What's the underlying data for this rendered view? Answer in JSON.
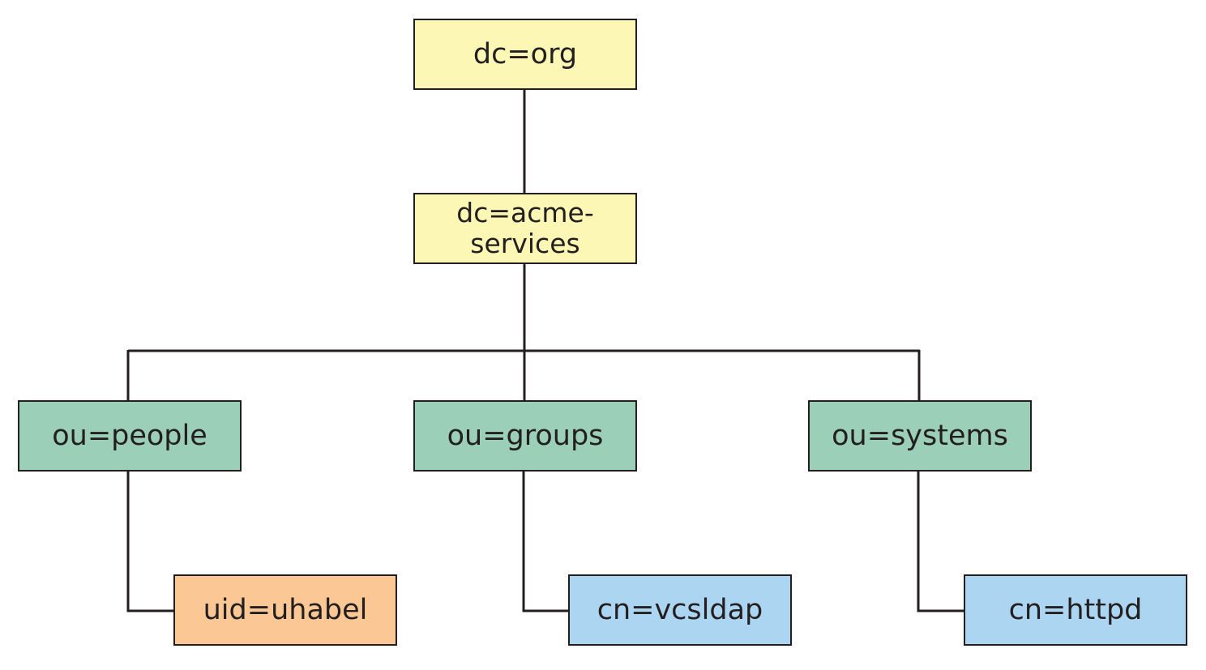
{
  "colors": {
    "domain_fill": "#fdf7b6",
    "ou_fill": "#9ccfb7",
    "user_fill": "#fbc895",
    "group_fill": "#acd5f1",
    "border": "#231f20",
    "line": "#231f20"
  },
  "tree": {
    "root": {
      "label": "dc=org"
    },
    "domain": {
      "label": "dc=acme-services"
    },
    "ous": [
      {
        "label": "ou=people"
      },
      {
        "label": "ou=groups"
      },
      {
        "label": "ou=systems"
      }
    ],
    "leaves": [
      {
        "label": "uid=uhabel",
        "parent": "ou=people"
      },
      {
        "label": "cn=vcsldap",
        "parent": "ou=groups"
      },
      {
        "label": "cn=httpd",
        "parent": "ou=systems"
      }
    ]
  }
}
